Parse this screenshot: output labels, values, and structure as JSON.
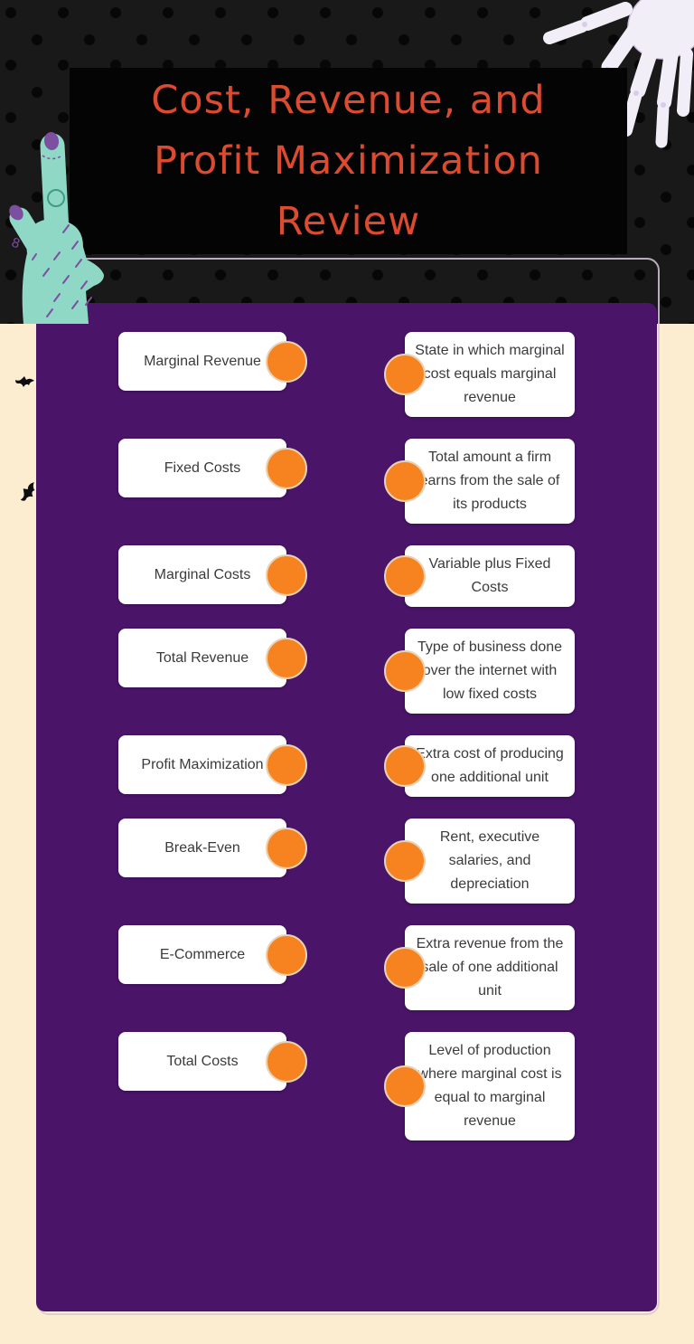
{
  "title": {
    "full": "Cost, Revenue, and Profit Maximization Review",
    "lines": [
      "Cost, Revenue, and",
      "Profit Maximization",
      "Review"
    ]
  },
  "colors": {
    "header_black": "#191919",
    "header_dots": "#070707",
    "title_box_black": "#040404",
    "title_text_red": "#DC4B30",
    "panel_purple": "#4A1469",
    "board_outline": "#D8C6DC",
    "card_white": "#FFFFFF",
    "card_text": "#3B3B3E",
    "connector_orange": "#F6831F",
    "connector_border": "#E8D2B4",
    "background_cream": "#FCEDD0",
    "zombie_hand_teal": "#8FD8C6",
    "nail_purple": "#7C4FA0",
    "skeleton_bone": "#F2EEF8"
  },
  "decorations": {
    "top_right": "skeleton-hand-icon",
    "left": "zombie-hand-icon",
    "side_bats": [
      "bat-icon",
      "bat-icon"
    ]
  },
  "match_game": {
    "rows": [
      {
        "term": "Marginal Revenue",
        "definition": "State in which marginal cost equals marginal revenue"
      },
      {
        "term": "Fixed Costs",
        "definition": "Total amount a firm earns from the sale of its products"
      },
      {
        "term": "Marginal Costs",
        "definition": "Variable plus Fixed Costs"
      },
      {
        "term": "Total Revenue",
        "definition": "Type of business done over the internet with low fixed costs"
      },
      {
        "term": "Profit Maximization",
        "definition": "Extra cost of producing one additional unit"
      },
      {
        "term": "Break-Even",
        "definition": "Rent, executive salaries, and depreciation"
      },
      {
        "term": "E-Commerce",
        "definition": "Extra revenue from the sale of one additional unit"
      },
      {
        "term": "Total Costs",
        "definition": "Level of production where marginal cost is equal to marginal revenue"
      }
    ]
  }
}
